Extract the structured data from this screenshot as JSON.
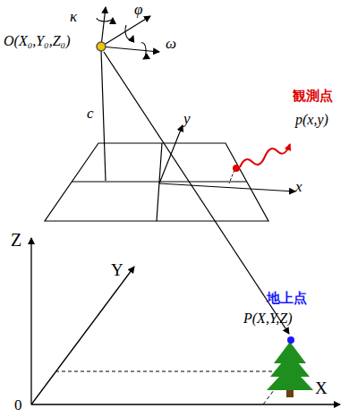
{
  "diagram": {
    "labels": [
      "κ",
      "φ",
      "ω",
      "O(X₀,Y₀,Z₀)",
      "c",
      "y",
      "x",
      "観測点",
      "p(x,y)",
      "地上点",
      "P(X,Y,Z)",
      "Z",
      "Y",
      "X",
      "0"
    ]
  }
}
